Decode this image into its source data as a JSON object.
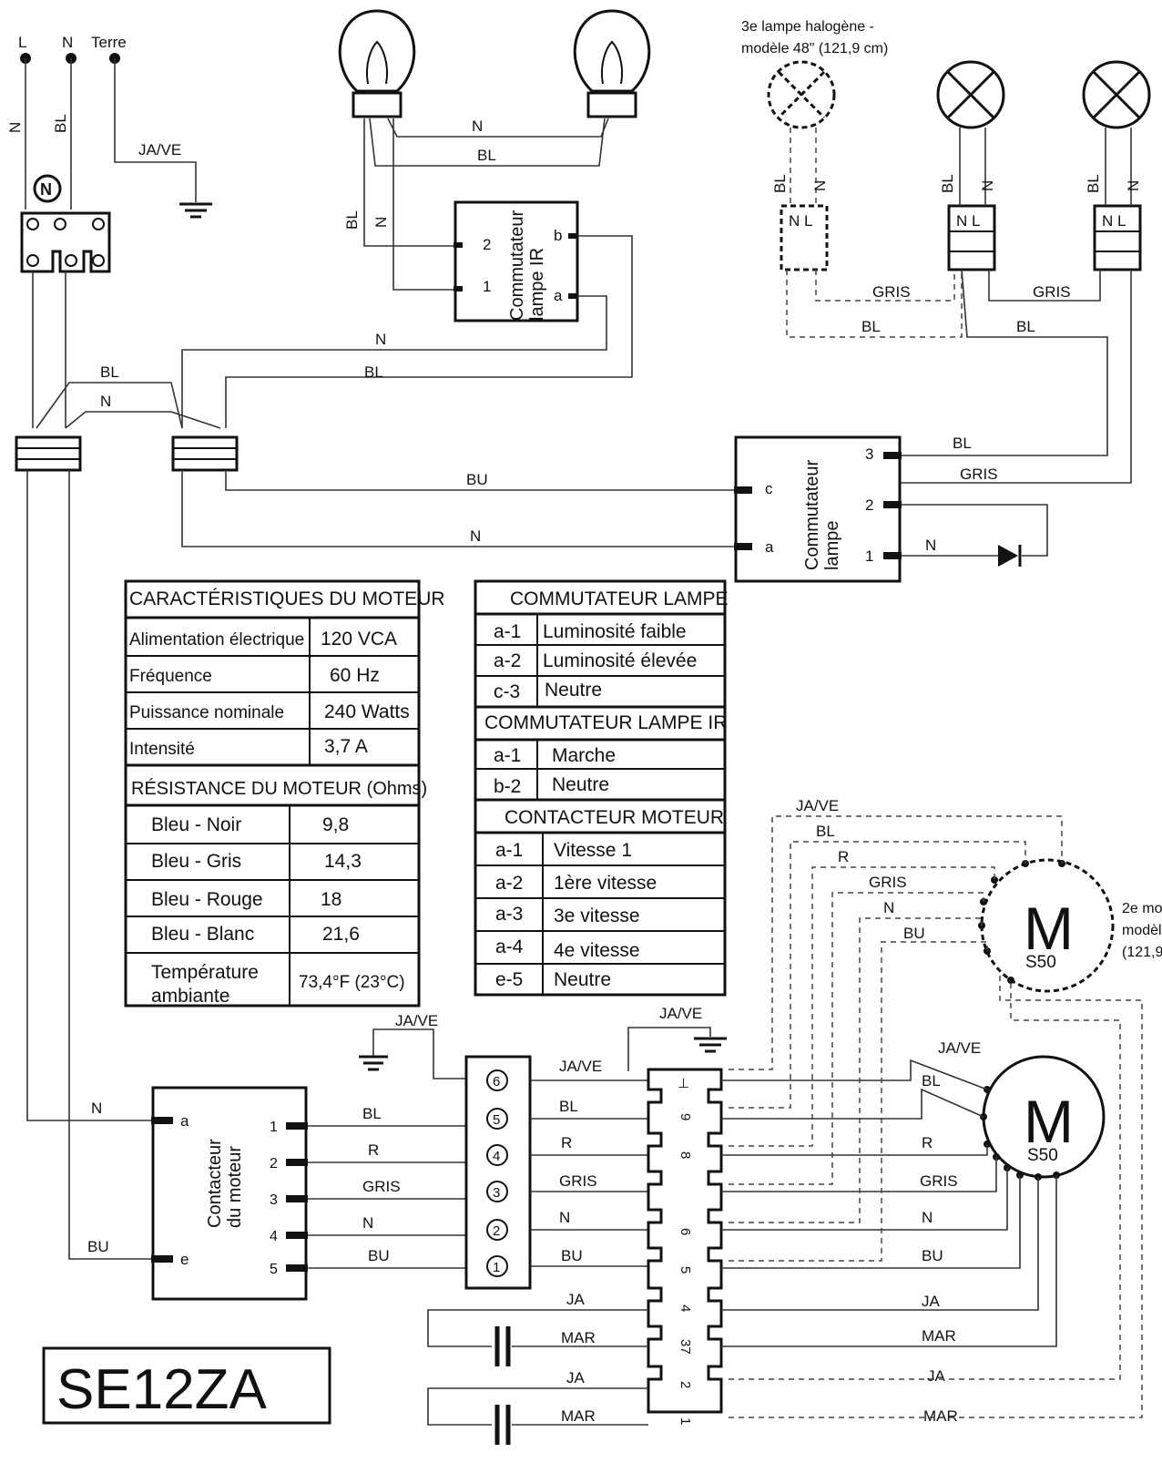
{
  "supply": {
    "l": "L",
    "n": "N",
    "terre": "Terre",
    "wire_n": "N",
    "wire_bl": "BL",
    "ground": "JA/VE"
  },
  "lamps_top": {
    "n": "N",
    "bl": "BL",
    "left_bl": "BL",
    "left_n": "N"
  },
  "ir_switch": {
    "title": "Commutateur\nlampe IR",
    "t2": "2",
    "t1": "1",
    "tb": "b",
    "ta": "a"
  },
  "halogen": {
    "caption_line1": "3e lampe halogène -",
    "caption_line2": "modèle 48\" (121,9 cm)",
    "bl": "BL",
    "n": "N",
    "nl": "N L",
    "gris": "GRIS",
    "bl_wire": "BL"
  },
  "middle_wires": {
    "n": "N",
    "bl": "BL",
    "bl2": "BL",
    "n2": "N",
    "bu": "BU",
    "n_bottom": "N"
  },
  "lamp_switch": {
    "title": "Commutateur\nlampe",
    "c": "c",
    "a": "a",
    "t3": "3",
    "t2": "2",
    "t1": "1",
    "bl": "BL",
    "gris": "GRIS",
    "n": "N"
  },
  "motor_table": {
    "header": "CARACTÉRISTIQUES DU MOTEUR",
    "rows": [
      [
        "Alimentation électrique",
        "120 VCA"
      ],
      [
        "Fréquence",
        "60 Hz"
      ],
      [
        "Puissance nominale",
        "240 Watts"
      ],
      [
        "Intensité",
        "3,7 A"
      ]
    ],
    "res_header": "RÉSISTANCE DU MOTEUR (Ohms)",
    "res_rows": [
      [
        "Bleu - Noir",
        "9,8"
      ],
      [
        "Bleu - Gris",
        "14,3"
      ],
      [
        "Bleu - Rouge",
        "18"
      ],
      [
        "Bleu - Blanc",
        "21,6"
      ],
      [
        "Température\nambiante",
        "73,4°F (23°C)"
      ]
    ]
  },
  "switch_table": {
    "header1": "COMMUTATEUR LAMPE",
    "rows1": [
      [
        "a-1",
        "Luminosité faible"
      ],
      [
        "a-2",
        "Luminosité élevée"
      ],
      [
        "c-3",
        "Neutre"
      ]
    ],
    "header2": "COMMUTATEUR LAMPE IR",
    "rows2": [
      [
        "a-1",
        "Marche"
      ],
      [
        "b-2",
        "Neutre"
      ]
    ],
    "header3": "CONTACTEUR MOTEUR",
    "rows3": [
      [
        "a-1",
        "Vitesse 1"
      ],
      [
        "a-2",
        "1ère vitesse"
      ],
      [
        "a-3",
        "3e vitesse"
      ],
      [
        "a-4",
        "4e vitesse"
      ],
      [
        "e-5",
        "Neutre"
      ]
    ]
  },
  "motor_contactor": {
    "title": "Contacteur\ndu moteur",
    "a": "a",
    "e": "e",
    "n": "N",
    "bu": "BU",
    "pins": [
      "1",
      "2",
      "3",
      "4",
      "5"
    ]
  },
  "connector": {
    "pins": [
      "6",
      "5",
      "4",
      "3",
      "2",
      "1"
    ],
    "ground": "JA/VE",
    "left_wires": [
      "BL",
      "R",
      "GRIS",
      "N",
      "BU"
    ],
    "right_wires": [
      "JA/VE",
      "BL",
      "R",
      "GRIS",
      "N",
      "BU"
    ]
  },
  "terminal": {
    "ground": "JA/VE",
    "numbers": [
      "9",
      "8",
      "6",
      "5",
      "4",
      "37",
      "2",
      "1"
    ],
    "cap_wires": [
      "JA",
      "MAR",
      "JA",
      "MAR"
    ]
  },
  "motor1": {
    "m": "M",
    "model": "S50",
    "wires": [
      "JA/VE",
      "BL",
      "R",
      "GRIS",
      "N",
      "BU",
      "JA",
      "MAR",
      "JA",
      "MAR"
    ]
  },
  "motor2": {
    "m": "M",
    "model": "S50",
    "caption_line1": "2e mo",
    "caption_line2": "modèl",
    "caption_line3": "(121,9",
    "wires": [
      "JA/VE",
      "BL",
      "R",
      "GRIS",
      "N",
      "BU"
    ]
  },
  "model_name": "SE12ZA"
}
